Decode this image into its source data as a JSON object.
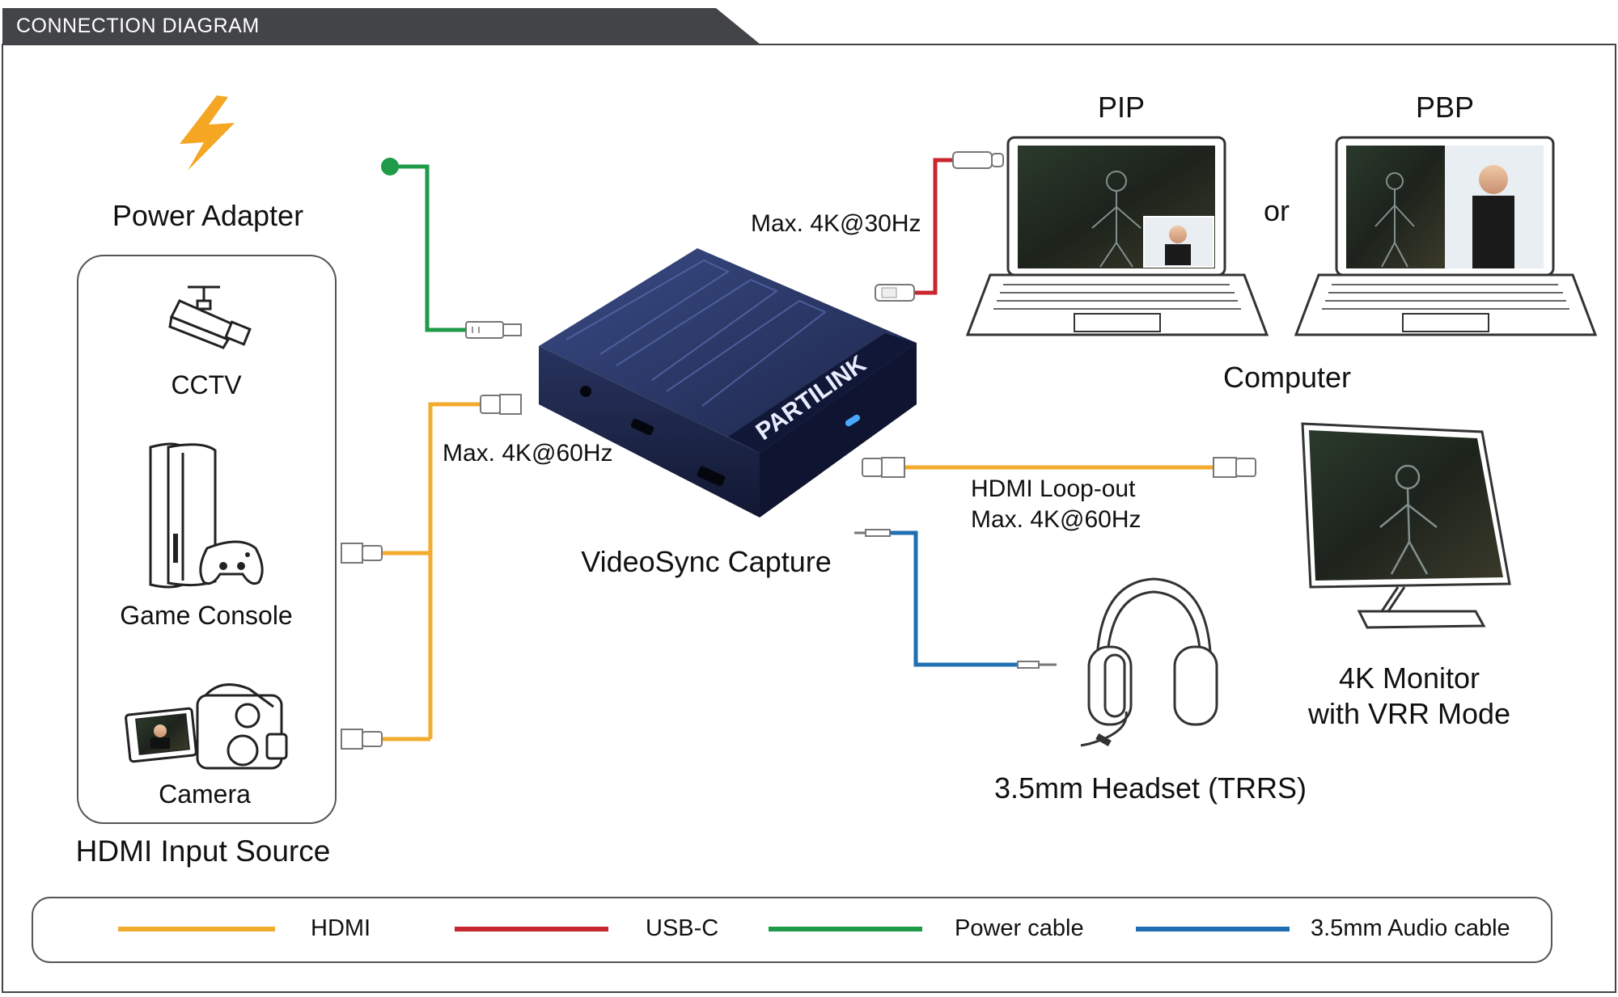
{
  "header": {
    "title": "CONNECTION DIAGRAM"
  },
  "colors": {
    "hdmi": "#f2ab2c",
    "usbc": "#c8262e",
    "power": "#1f9a48",
    "audio": "#1f6fb2",
    "header_bg": "#434447",
    "power_icon": "#f5a623"
  },
  "power": {
    "label": "Power Adapter",
    "icon": "lightning-bolt-icon"
  },
  "sources": {
    "group_label": "HDMI Input Source",
    "items": [
      {
        "label": "CCTV",
        "icon": "cctv-camera-icon"
      },
      {
        "label": "Game Console",
        "icon": "game-console-icon"
      },
      {
        "label": "Camera",
        "icon": "camcorder-icon"
      }
    ]
  },
  "device": {
    "label": "VideoSync Capture",
    "brand": "PARTILINK"
  },
  "links": {
    "hdmi_in": "Max. 4K@60Hz",
    "usbc_out": "Max. 4K@30Hz",
    "loop_out_1": "HDMI Loop-out",
    "loop_out_2": "Max. 4K@60Hz"
  },
  "computer": {
    "pip_label": "PIP",
    "pbp_label": "PBP",
    "or_text": "or",
    "label": "Computer"
  },
  "monitor": {
    "line1": "4K Monitor",
    "line2": "with VRR Mode"
  },
  "headset": {
    "label": "3.5mm Headset (TRRS)"
  },
  "legend": {
    "hdmi": "HDMI",
    "usbc": "USB-C",
    "power": "Power cable",
    "audio": "3.5mm Audio cable"
  }
}
